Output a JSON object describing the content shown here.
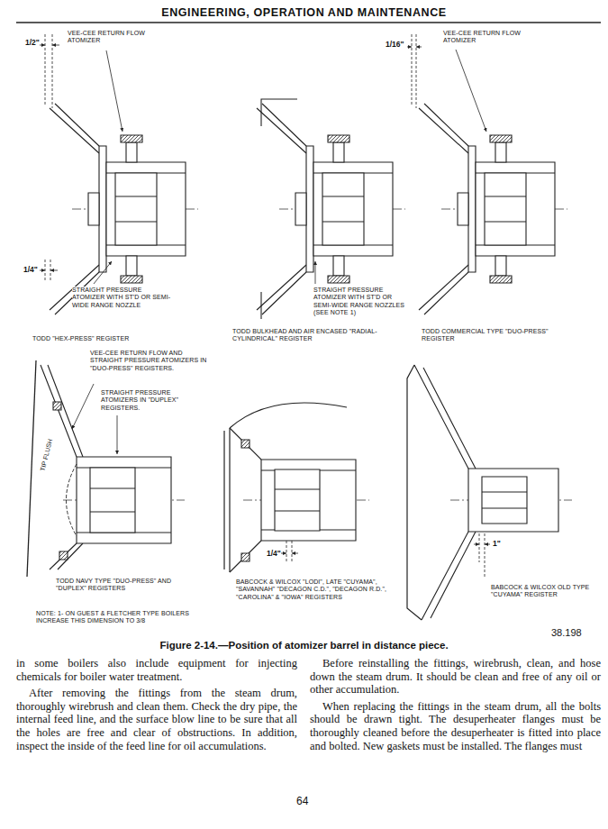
{
  "diagram": {
    "title": "ENGINEERING, OPERATION AND MAINTENANCE",
    "caption": "Figure 2-14.—Position of atomizer barrel in distance piece.",
    "labels": [
      "1/2\"",
      "VEE-CEE RETURN FLOW ATOMIZER",
      "1/4\"",
      "STRAIGHT PRESSURE ATOMIZER WITH ST'D OR SEMI-WIDE RANGE NOZZLE",
      "TODD \"HEX-PRESS\" REGISTER",
      "STRAIGHT PRESSURE ATOMIZER WITH ST'D OR SEMI-WIDE RANGE NOZZLES (SEE NOTE 1)",
      "TODD BULKHEAD AND AIR ENCASED \"RADIAL-CYLINDRICAL\" REGISTER",
      "1/16\"",
      "VEE-CEE RETURN FLOW ATOMIZER",
      "TODD COMMERCIAL TYPE \"DUO-PRESS\" REGISTER",
      "VEE-CEE RETURN FLOW AND STRAIGHT PRESSURE ATOMIZERS IN \"DUO-PRESS\" REGISTERS.",
      "STRAIGHT PRESSURE ATOMIZERS IN \"DUPLEX\" REGISTERS.",
      "TIP FLUSH",
      "TODD NAVY TYPE \"DUO-PRESS\" AND \"DUPLEX\" REGISTERS",
      "NOTE: 1- ON GUEST & FLETCHER TYPE BOILERS INCREASE THIS DIMENSION TO 3/8",
      "1/4\"",
      "BABCOCK & WILCOX \"LODI\", LATE \"CUYAMA\", \"SAVANNAH\" \"DECAGON C.D.\", \"DECAGON R.D.\", \"CAROLINA\" & \"IOWA\" REGISTERS",
      "1\"",
      "BABCOCK & WILCOX OLD TYPE \"CUYAMA\" REGISTER",
      "38.198",
      "in some boilers also include equipment for injecting chemicals for boiler water treatment.",
      "After removing the fittings from the steam drum, thoroughly wirebrush and clean them. Check the dry pipe, the internal feed line, and the surface blow line to be sure that all the holes are free and clear of obstructions. In addition, inspect the inside of the feed line for oil accumulations.",
      "Before reinstalling the fittings, wirebrush, clean, and hose down the steam drum. It should be clean and free of any oil or other accumulation.",
      "When replacing the fittings in the steam drum, all the bolts should be drawn tight. The desuperheater flanges must be thoroughly cleaned before the desuperheater is fitted into place and bolted. New gaskets must be installed. The flanges must",
      "64"
    ]
  }
}
